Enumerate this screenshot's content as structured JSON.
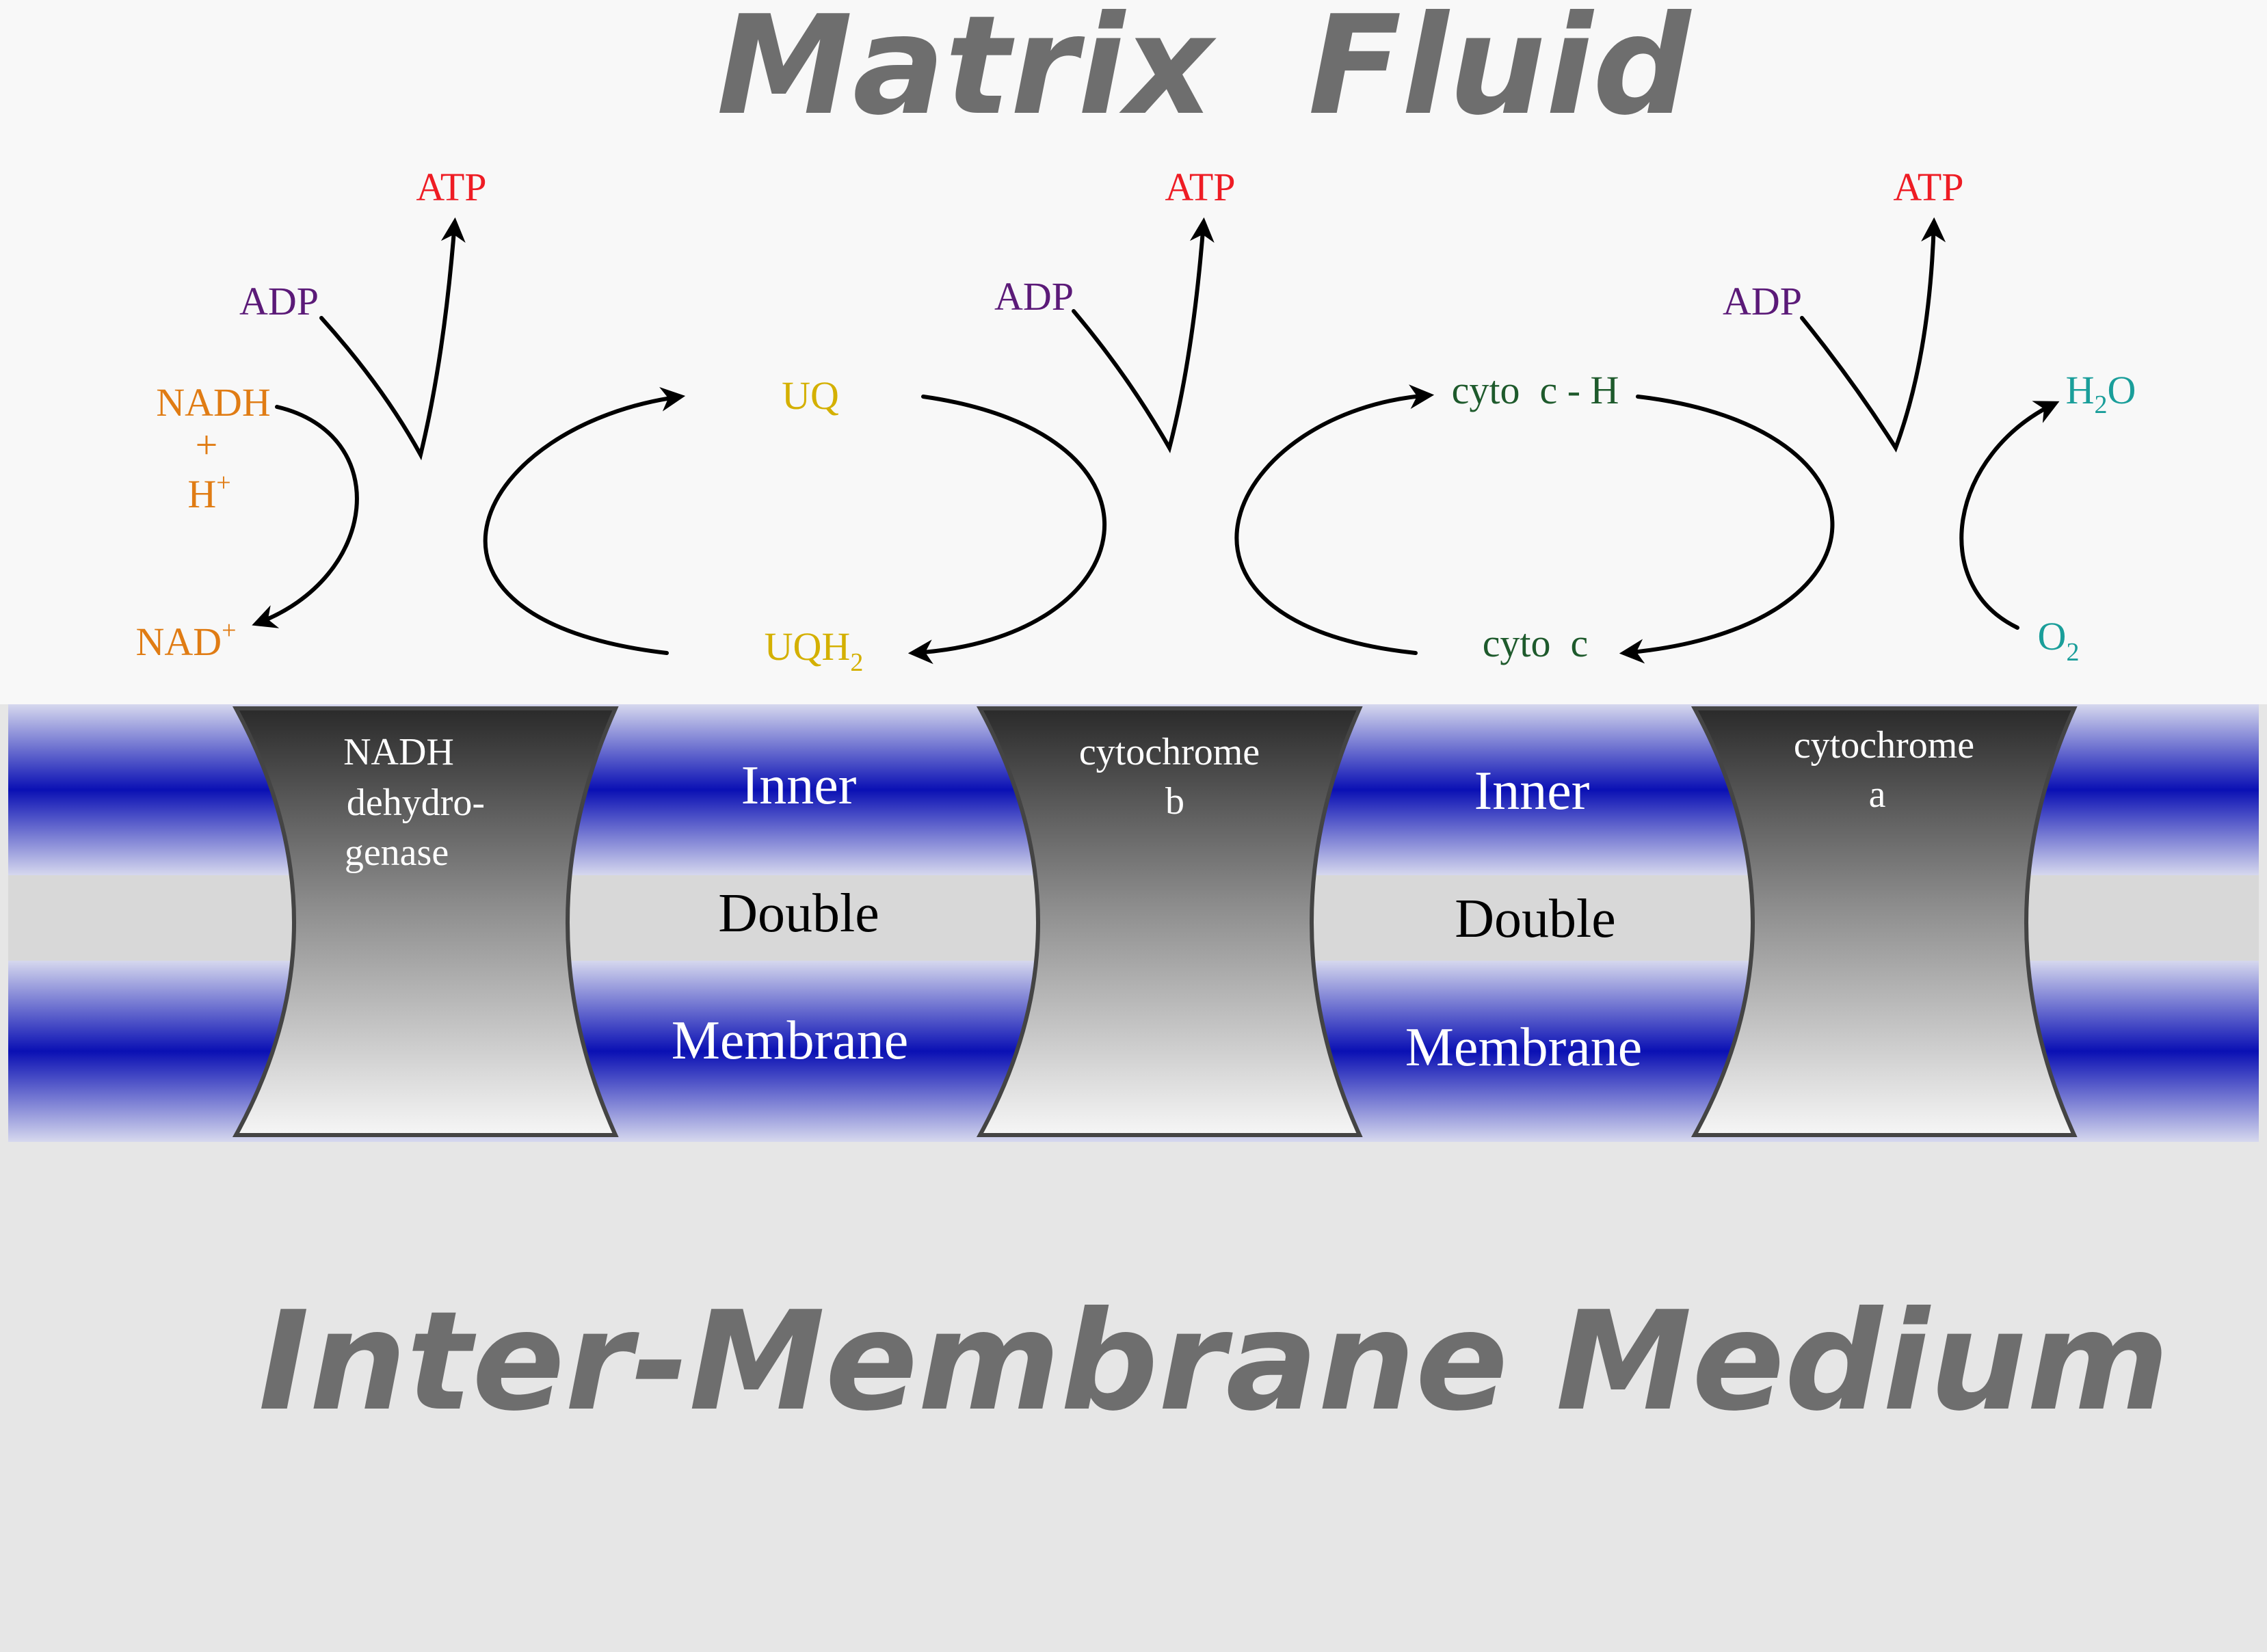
{
  "regions": {
    "matrix_title": "Matrix  Fluid",
    "intermembrane_title": "Inter-Membrane Medium"
  },
  "membrane": {
    "left_labels": {
      "top": "Inner",
      "middle": "Double",
      "bottom": "Membrane"
    },
    "right_labels": {
      "top": "Inner",
      "middle": "Double",
      "bottom": "Membrane"
    }
  },
  "complexes": {
    "c1": {
      "line1": "NADH",
      "line2": "dehydro-",
      "line3": "genase"
    },
    "c2": {
      "line1": "cytochrome",
      "line2": "b"
    },
    "c3": {
      "line1": "cytochrome",
      "line2": "a"
    }
  },
  "molecules": {
    "atp": "ATP",
    "adp": "ADP",
    "nadh": "NADH",
    "plus": "+",
    "h": "H",
    "h_sup": "+",
    "nad": "NAD",
    "nad_sup": "+",
    "uq": "UQ",
    "uqh": "UQH",
    "uqh_sub": "2",
    "cyto_c_h": "cyto  c - H",
    "cyto_c": "cyto  c",
    "h2o_h": "H",
    "h2o_sub": "2",
    "h2o_o": "O",
    "o": "O",
    "o_sub": "2"
  },
  "colors": {
    "matrix_bg": "#f8f8f8",
    "intermembrane_bg": "#e6e6e6",
    "membrane_blue": "#0a10b4",
    "membrane_gap": "#d8d8d8",
    "atp": "#ee1c24",
    "adp": "#5b1a78",
    "nadh": "#e07c14",
    "uq": "#d4b000",
    "cyto_c": "#1e5a2c",
    "water_oxygen": "#1a9e9a"
  }
}
